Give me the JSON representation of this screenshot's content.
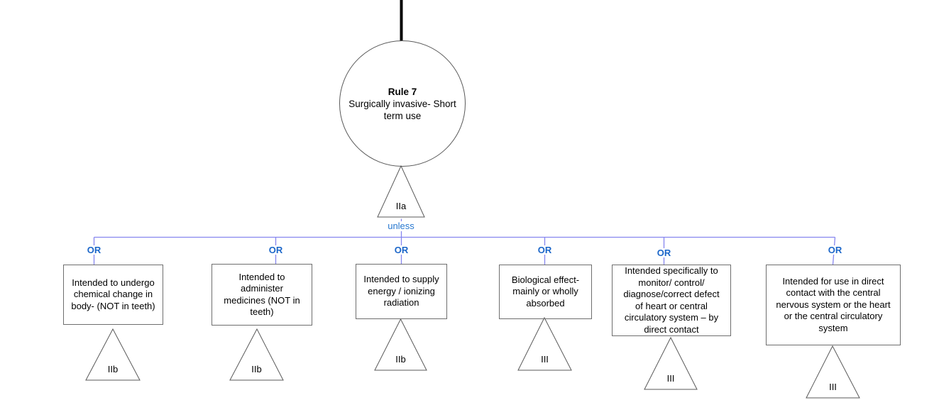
{
  "diagram": {
    "root": {
      "title": "Rule 7",
      "subtitle": "Surgically invasive- Short\nterm use",
      "classification": "IIa"
    },
    "unless_label": "unless",
    "or_label": "OR",
    "branches": [
      {
        "condition": "Intended to undergo\nchemical change in\nbody- (NOT in teeth)",
        "classification": "IIb"
      },
      {
        "condition": "Intended to\nadminister\nmedicines (NOT in\nteeth)",
        "classification": "IIb"
      },
      {
        "condition": "Intended to supply\nenergy / ionizing\nradiation",
        "classification": "IIb"
      },
      {
        "condition": "Biological effect-\nmainly or wholly\nabsorbed",
        "classification": "III"
      },
      {
        "condition": "Intended specifically to\nmonitor/ control/\ndiagnose/correct defect\nof heart or central\ncirculatory system – by\ndirect contact",
        "classification": "III"
      },
      {
        "condition": "Intended for use in direct\ncontact with the central\nnervous system or the heart\nor the central circulatory\nsystem",
        "classification": "III"
      }
    ],
    "colors": {
      "connector_line": "#8585EF",
      "or_text": "#1B66C9",
      "unless_text": "#2878D0",
      "top_line": "#000000"
    }
  }
}
